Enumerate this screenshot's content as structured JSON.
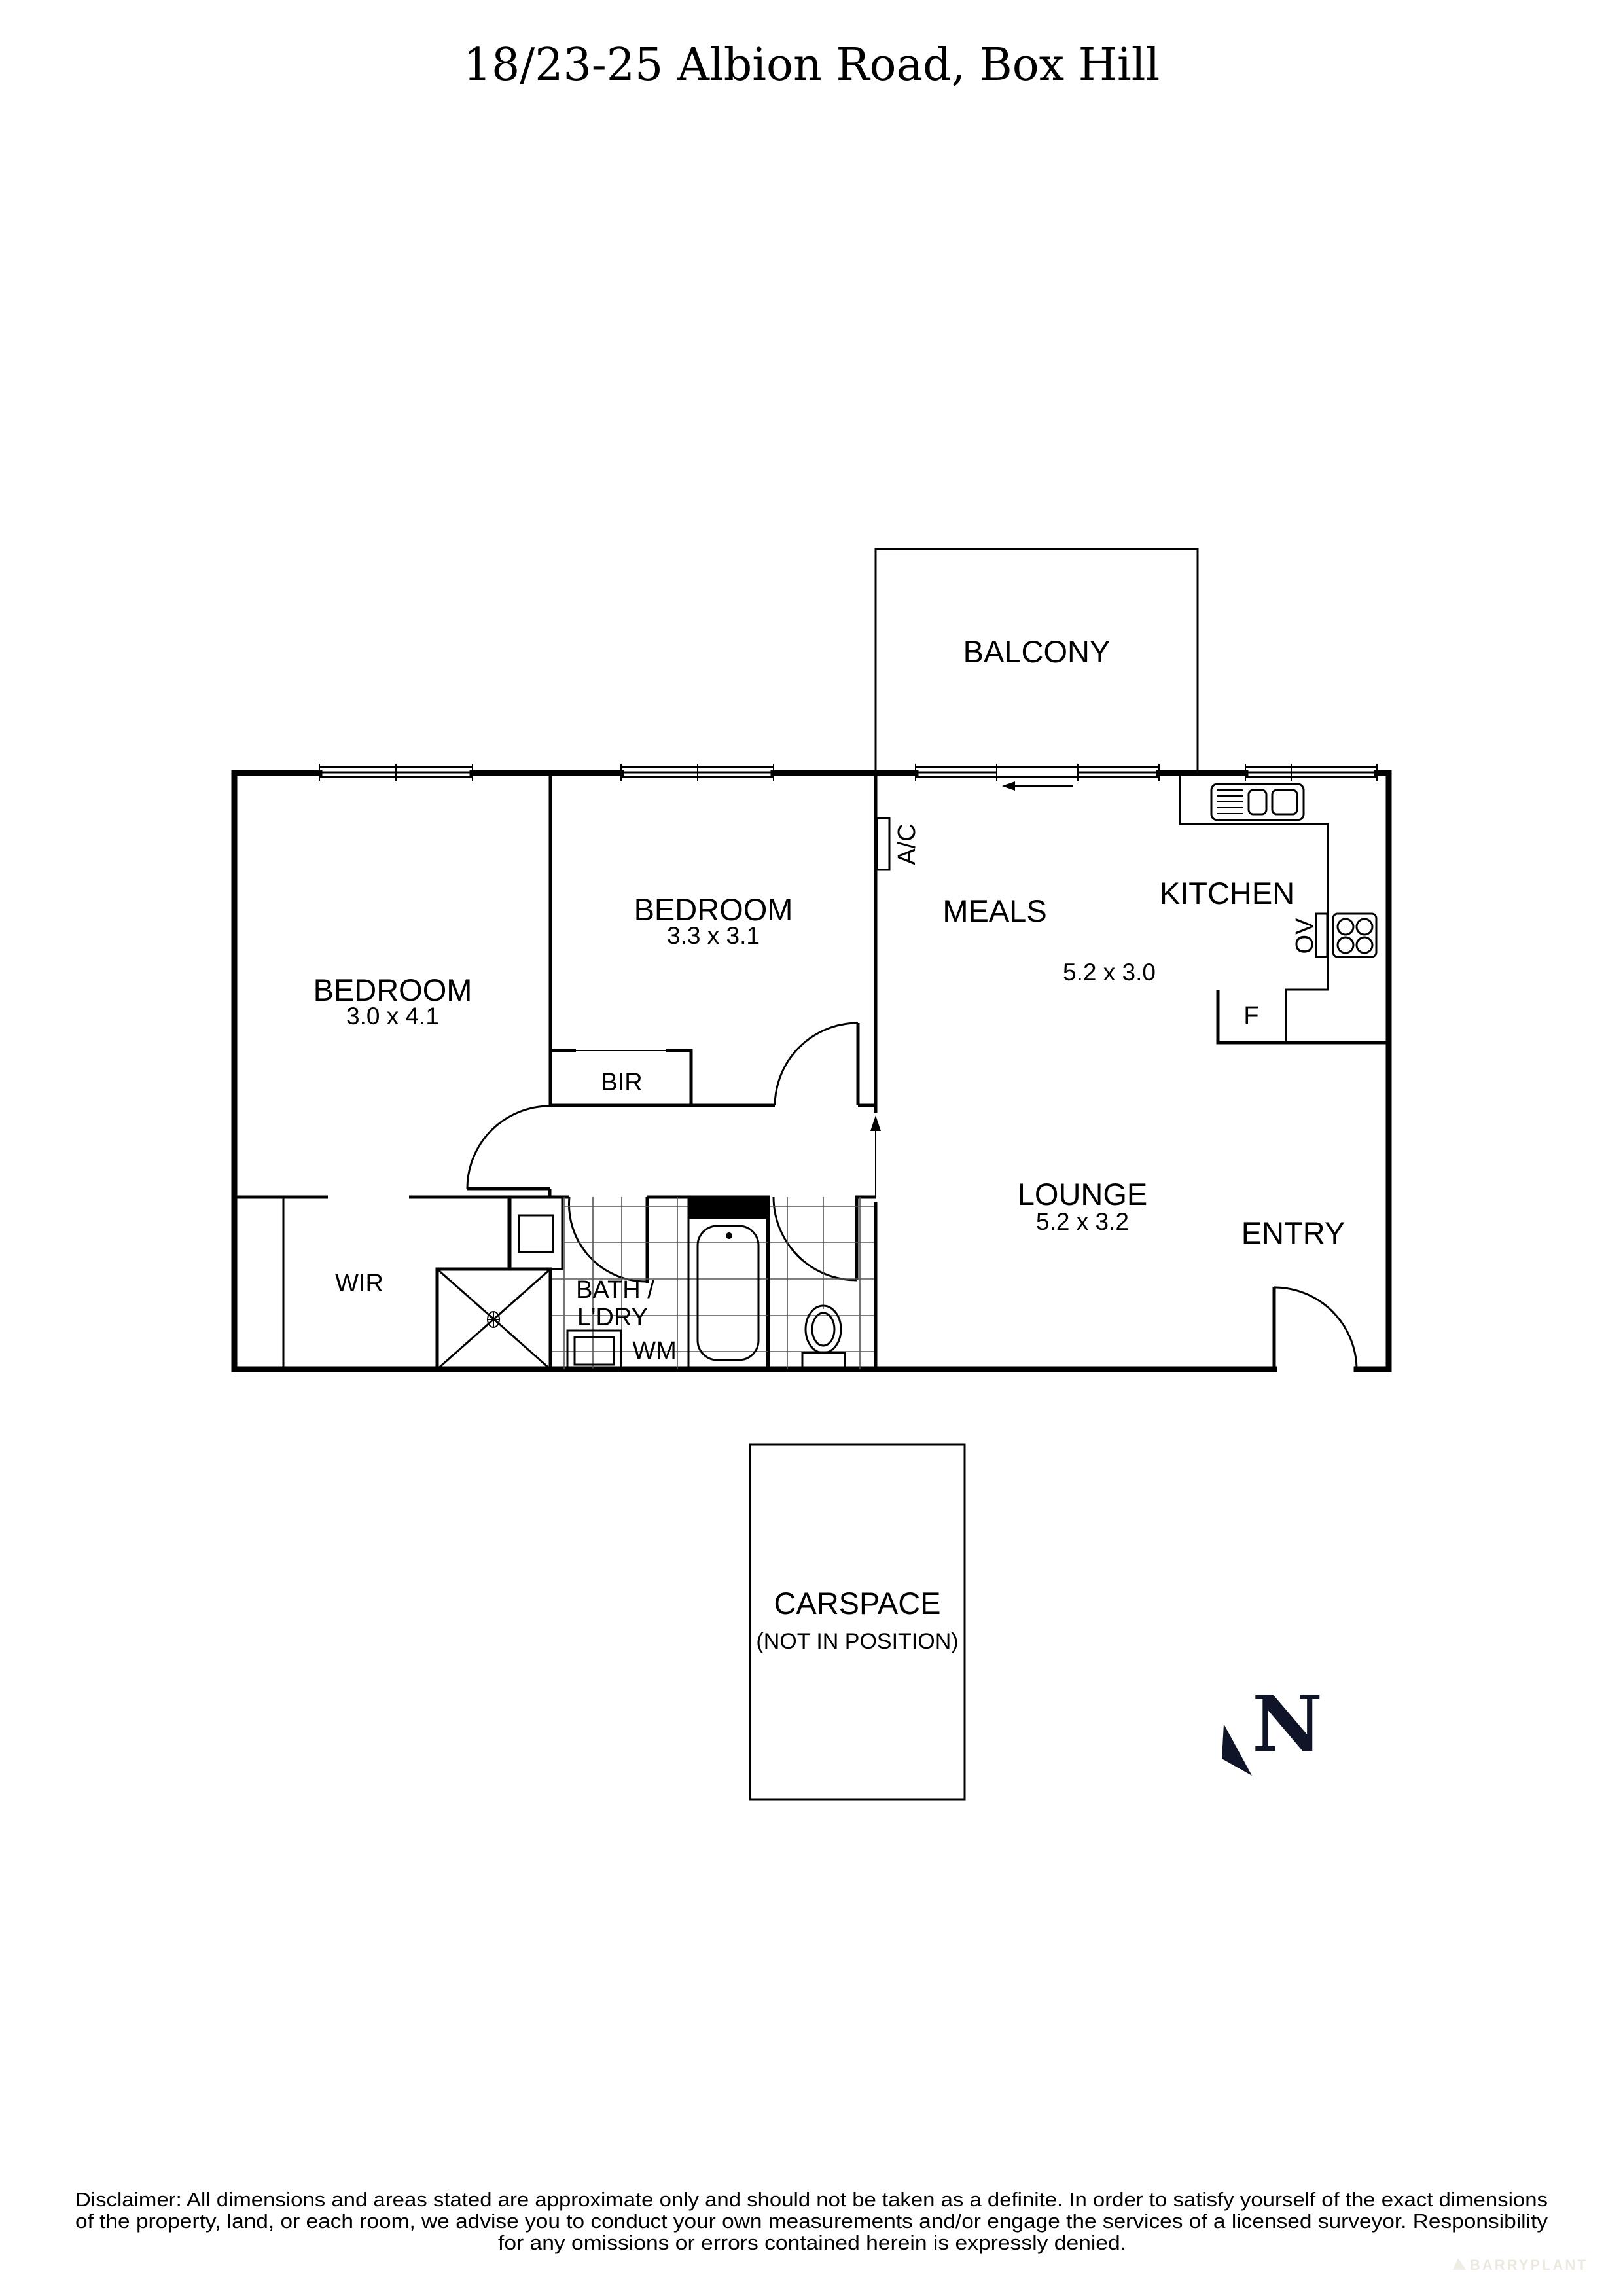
{
  "header": {
    "title": "18/23-25 Albion Road, Box Hill"
  },
  "rooms": {
    "balcony": {
      "label": "BALCONY"
    },
    "bedroom1": {
      "label": "BEDROOM",
      "dimensions": "3.0 x 4.1"
    },
    "bedroom2": {
      "label": "BEDROOM",
      "dimensions": "3.3 x 3.1"
    },
    "meals": {
      "label": "MEALS",
      "dimensions": "5.2 x 3.0"
    },
    "kitchen": {
      "label": "KITCHEN"
    },
    "lounge": {
      "label": "LOUNGE",
      "dimensions": "5.2 x 3.2"
    },
    "entry": {
      "label": "ENTRY"
    },
    "bir": {
      "label": "BIR"
    },
    "wir": {
      "label": "WIR"
    },
    "bath": {
      "label_line1": "BATH /",
      "label_line2": "L'DRY"
    },
    "carspace": {
      "label": "CARSPACE",
      "sublabel": "(NOT IN POSITION)"
    }
  },
  "fixtures": {
    "ac": "A/C",
    "oven": "OV",
    "fridge": "F",
    "washing_machine": "WM"
  },
  "compass": {
    "label": "N",
    "icon": "north-arrow-icon",
    "color": "#0f1428"
  },
  "footer": {
    "disclaimer_line1": "Disclaimer: All dimensions and areas stated are approximate only and should not be taken as a definite. In order to satisfy yourself of the exact dimensions",
    "disclaimer_line2": "of the property, land, or each room, we advise you to conduct your own measurements and/or engage the services of a licensed surveyor. Responsibility",
    "disclaimer_line3": "for any omissions or errors contained herein is expressly denied.",
    "watermark": "BARRYPLANT"
  }
}
